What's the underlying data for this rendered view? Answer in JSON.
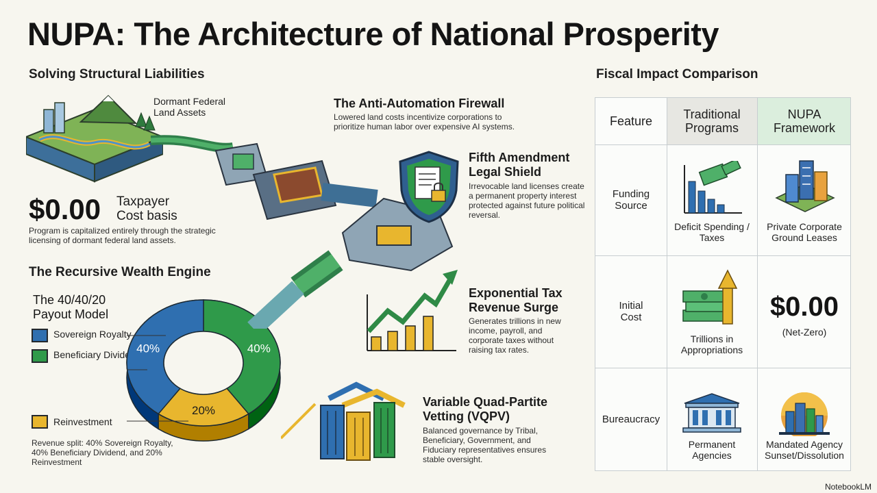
{
  "title": "NUPA: The Architecture of National Prosperity",
  "left": {
    "section_title": "Solving Structural Liabilities",
    "land_label": "Dormant Federal Land Assets",
    "cost": {
      "value": "$0.00",
      "label": "Taxpayer Cost basis",
      "desc": "Program is capitalized entirely through the strategic licensing of dormant federal land assets."
    },
    "engine_title": "The Recursive Wealth Engine",
    "payout_title": "The 40/40/20 Payout Model",
    "legend": [
      {
        "label": "Sovereign Royalty",
        "color": "#2f6fb0"
      },
      {
        "label": "Beneficiary Dividend",
        "color": "#2f9a4a"
      },
      {
        "label": "Reinvestment",
        "color": "#e8b62e"
      }
    ],
    "donut": {
      "slices": [
        {
          "label": "40%",
          "value": 40,
          "color": "#2f6fb0"
        },
        {
          "label": "40%",
          "value": 40,
          "color": "#2f9a4a"
        },
        {
          "label": "20%",
          "value": 20,
          "color": "#e8b62e"
        }
      ]
    },
    "split_note": "Revenue split: 40% Sovereign Royalty, 40% Beneficiary Dividend, and 20% Reinvestment"
  },
  "middle": {
    "firewall": {
      "title": "The Anti-Automation Firewall",
      "desc": "Lowered land costs incentivize corporations to prioritize human labor over expensive AI systems."
    },
    "shield": {
      "title": "Fifth Amendment Legal Shield",
      "desc": "Irrevocable land licenses create a permanent property interest protected against future political reversal."
    },
    "tax": {
      "title": "Exponential Tax Revenue Surge",
      "desc": "Generates trillions in new income, payroll, and corporate taxes without raising tax rates."
    },
    "vqpv": {
      "title": "Variable Quad-Partite Vetting (VQPV)",
      "desc": "Balanced governance by Tribal, Beneficiary, Government, and Fiduciary representatives ensures stable oversight."
    }
  },
  "right": {
    "section_title": "Fiscal Impact Comparison",
    "headers": [
      "Feature",
      "Traditional Programs",
      "NUPA Framework"
    ],
    "rows": [
      {
        "feature": "Funding Source",
        "traditional": "Deficit Spending / Taxes",
        "nupa": "Private Corporate Ground Leases"
      },
      {
        "feature": "Initial Cost",
        "traditional": "Trillions in Appropriations",
        "nupa_value": "$0.00",
        "nupa": "(Net-Zero)"
      },
      {
        "feature": "Bureaucracy",
        "traditional": "Permanent Agencies",
        "nupa": "Mandated Agency Sunset/Dissolution"
      }
    ]
  },
  "watermark": "NotebookLM",
  "colors": {
    "blue": "#2f6fb0",
    "green": "#2f9a4a",
    "gold": "#e8b62e",
    "teal": "#5f9aa3"
  }
}
